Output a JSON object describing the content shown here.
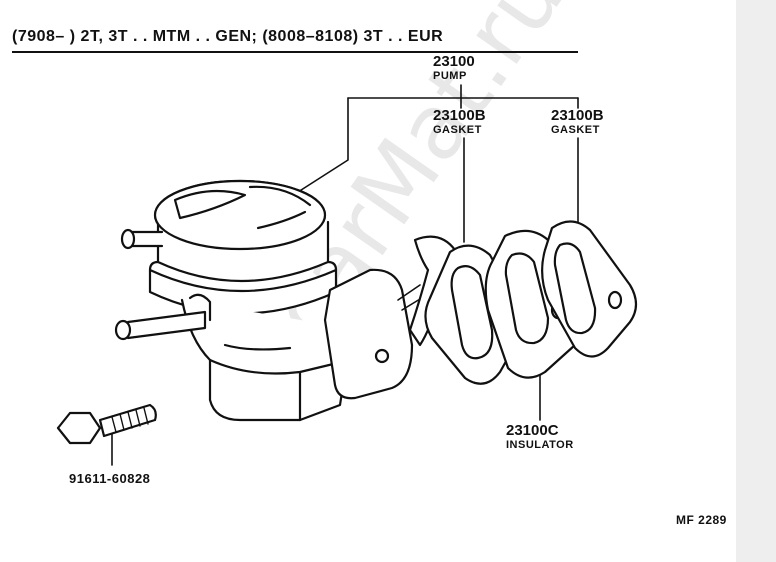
{
  "header": {
    "applicability": "(7908–      ) 2T, 3T . . MTM . . GEN; (8008–8108) 3T . . EUR"
  },
  "parts": {
    "pump": {
      "number": "23100",
      "name": "PUMP"
    },
    "gasket_a": {
      "number": "23100B",
      "name": "GASKET"
    },
    "gasket_b": {
      "number": "23100B",
      "name": "GASKET"
    },
    "insulator": {
      "number": "23100C",
      "name": "INSULATOR"
    },
    "bolt": {
      "number": "91611-60828"
    }
  },
  "diagram_code": "MF  2289",
  "watermark": "carMat.ru"
}
